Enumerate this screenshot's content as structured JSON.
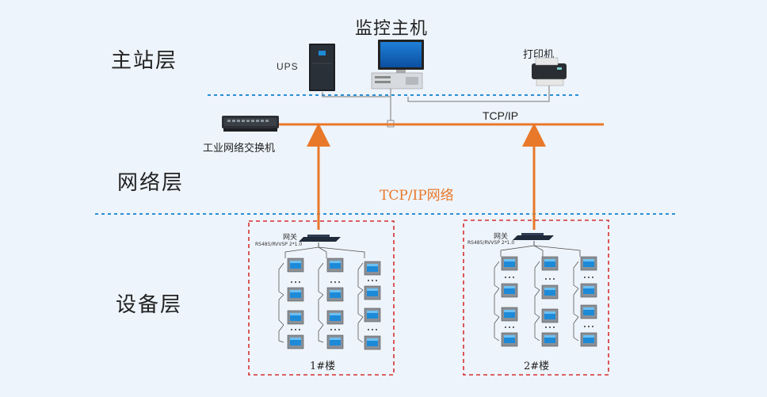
{
  "layers": {
    "master": "主站层",
    "network": "网络层",
    "device": "设备层"
  },
  "master_station": {
    "title": "监控主机",
    "ups_label": "UPS",
    "printer_label": "打印机"
  },
  "network": {
    "switch_label": "工业网络交换机",
    "tcp_label": "TCP/IP",
    "network_label": "TCP/IP网络"
  },
  "buildings": [
    {
      "label": "1#楼",
      "gateway_label": "网关",
      "bus_label": "RS485/RVVSP 2*1.0"
    },
    {
      "label": "2#楼",
      "gateway_label": "网关",
      "bus_label": "RS485/RVVSP 2*1.0"
    }
  ],
  "colors": {
    "background": "#eef4fb",
    "accent_orange": "#e8782a",
    "dashed_blue": "#2a8fd6",
    "dashed_red": "#d63030"
  }
}
